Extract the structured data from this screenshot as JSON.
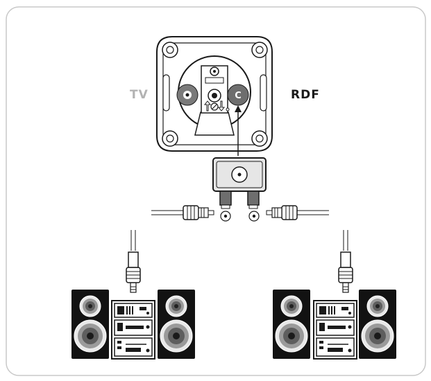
{
  "labels": {
    "tv": "TV",
    "rdf": "RDF",
    "socket_c": "C"
  },
  "icons": [
    "wall-antenna-socket-icon",
    "splitter-icon",
    "coax-plug-icon",
    "coax-cable-icon",
    "speaker-icon",
    "hifi-stack-icon"
  ],
  "colors": {
    "frame": "#c8c8c8",
    "line": "#1a1a1a",
    "tv_label": "#b3b3b3",
    "dark": "#111111",
    "rdf_socket": "#6e6e6e"
  }
}
